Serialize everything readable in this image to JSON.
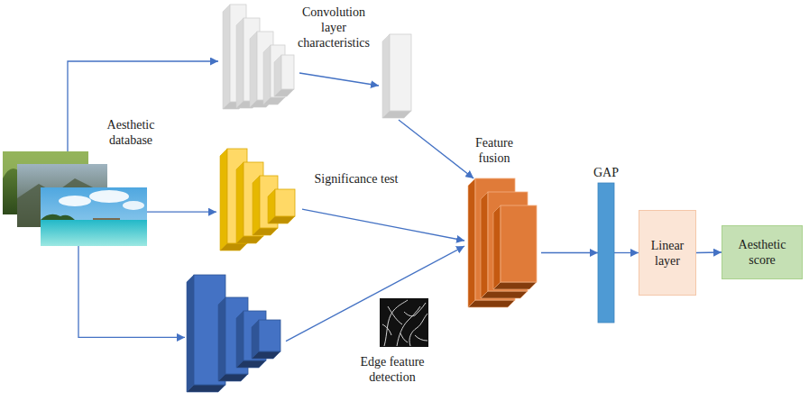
{
  "diagram": {
    "nodes": [
      {
        "text": [
          "Aesthetic database"
        ]
      },
      {
        "text": [
          "Convolution layer characteristics"
        ]
      },
      {
        "text": [
          "Significance test"
        ]
      },
      {
        "text": [
          "Edge feature detection"
        ]
      },
      {
        "text": [
          "Feature fusion"
        ]
      },
      {
        "text": [
          "GAP"
        ]
      },
      {
        "text": [
          "Linear layer"
        ]
      },
      {
        "text": [
          "Aesthetic score"
        ]
      }
    ],
    "edges": [
      {
        "from": 0,
        "to": 1,
        "arrow": "to"
      },
      {
        "from": 0,
        "to": 2,
        "arrow": "to"
      },
      {
        "from": 0,
        "to": 3,
        "arrow": "to"
      },
      {
        "from": 1,
        "to": 4,
        "arrow": "to"
      },
      {
        "from": 2,
        "to": 4,
        "arrow": "to"
      },
      {
        "from": 3,
        "to": 4,
        "arrow": "to"
      },
      {
        "from": 4,
        "to": 5,
        "arrow": "to"
      },
      {
        "from": 5,
        "to": 6,
        "arrow": "to"
      },
      {
        "from": 6,
        "to": 7,
        "arrow": "to"
      }
    ]
  }
}
